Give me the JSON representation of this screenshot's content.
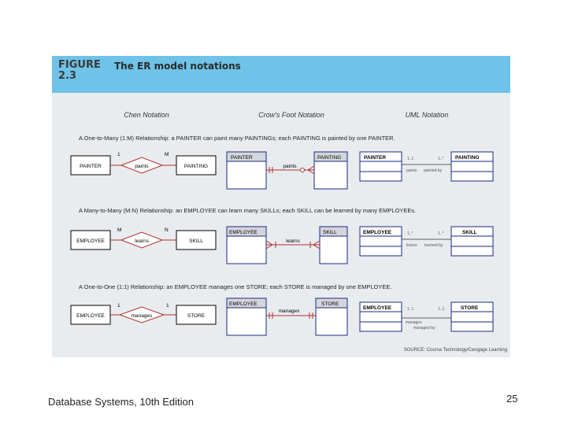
{
  "figure": {
    "label": "FIGURE 2.3",
    "title": "The ER model notations",
    "source": "SOURCE: Course Technology/Cengage Learning"
  },
  "columns": {
    "chen": "Chen Notation",
    "crow": "Crow's Foot Notation",
    "uml": "UML Notation"
  },
  "sections": [
    {
      "title": "A One-to-Many (1:M) Relationship: a PAINTER can paint many PAINTINGs; each PAINTING is painted by one PAINTER.",
      "left_entity": "PAINTER",
      "right_entity": "PAINTING",
      "relationship": "paints",
      "chen_left_card": "1",
      "chen_right_card": "M",
      "uml_left_mult": "1..1",
      "uml_right_mult": "1..*",
      "uml_role_left": "paints",
      "uml_role_right": "painted by"
    },
    {
      "title": "A Many-to-Many (M:N) Relationship: an EMPLOYEE can learn many SKILLs; each SKILL can be learned by many EMPLOYEEs.",
      "left_entity": "EMPLOYEE",
      "right_entity": "SKILL",
      "relationship": "learns",
      "chen_left_card": "M",
      "chen_right_card": "N",
      "uml_left_mult": "1..*",
      "uml_right_mult": "1..*",
      "uml_role_left": "learns",
      "uml_role_right": "learned by"
    },
    {
      "title": "A One-to-One (1:1) Relationship: an EMPLOYEE manages one STORE; each STORE is managed by one EMPLOYEE.",
      "left_entity": "EMPLOYEE",
      "right_entity": "STORE",
      "relationship": "manages",
      "chen_left_card": "1",
      "chen_right_card": "1",
      "uml_left_mult": "1..1",
      "uml_right_mult": "1..1",
      "uml_role_left": "manages",
      "uml_role_right": "managed by"
    }
  ],
  "footer": {
    "text": "Database Systems, 10th Edition",
    "page": "25"
  }
}
